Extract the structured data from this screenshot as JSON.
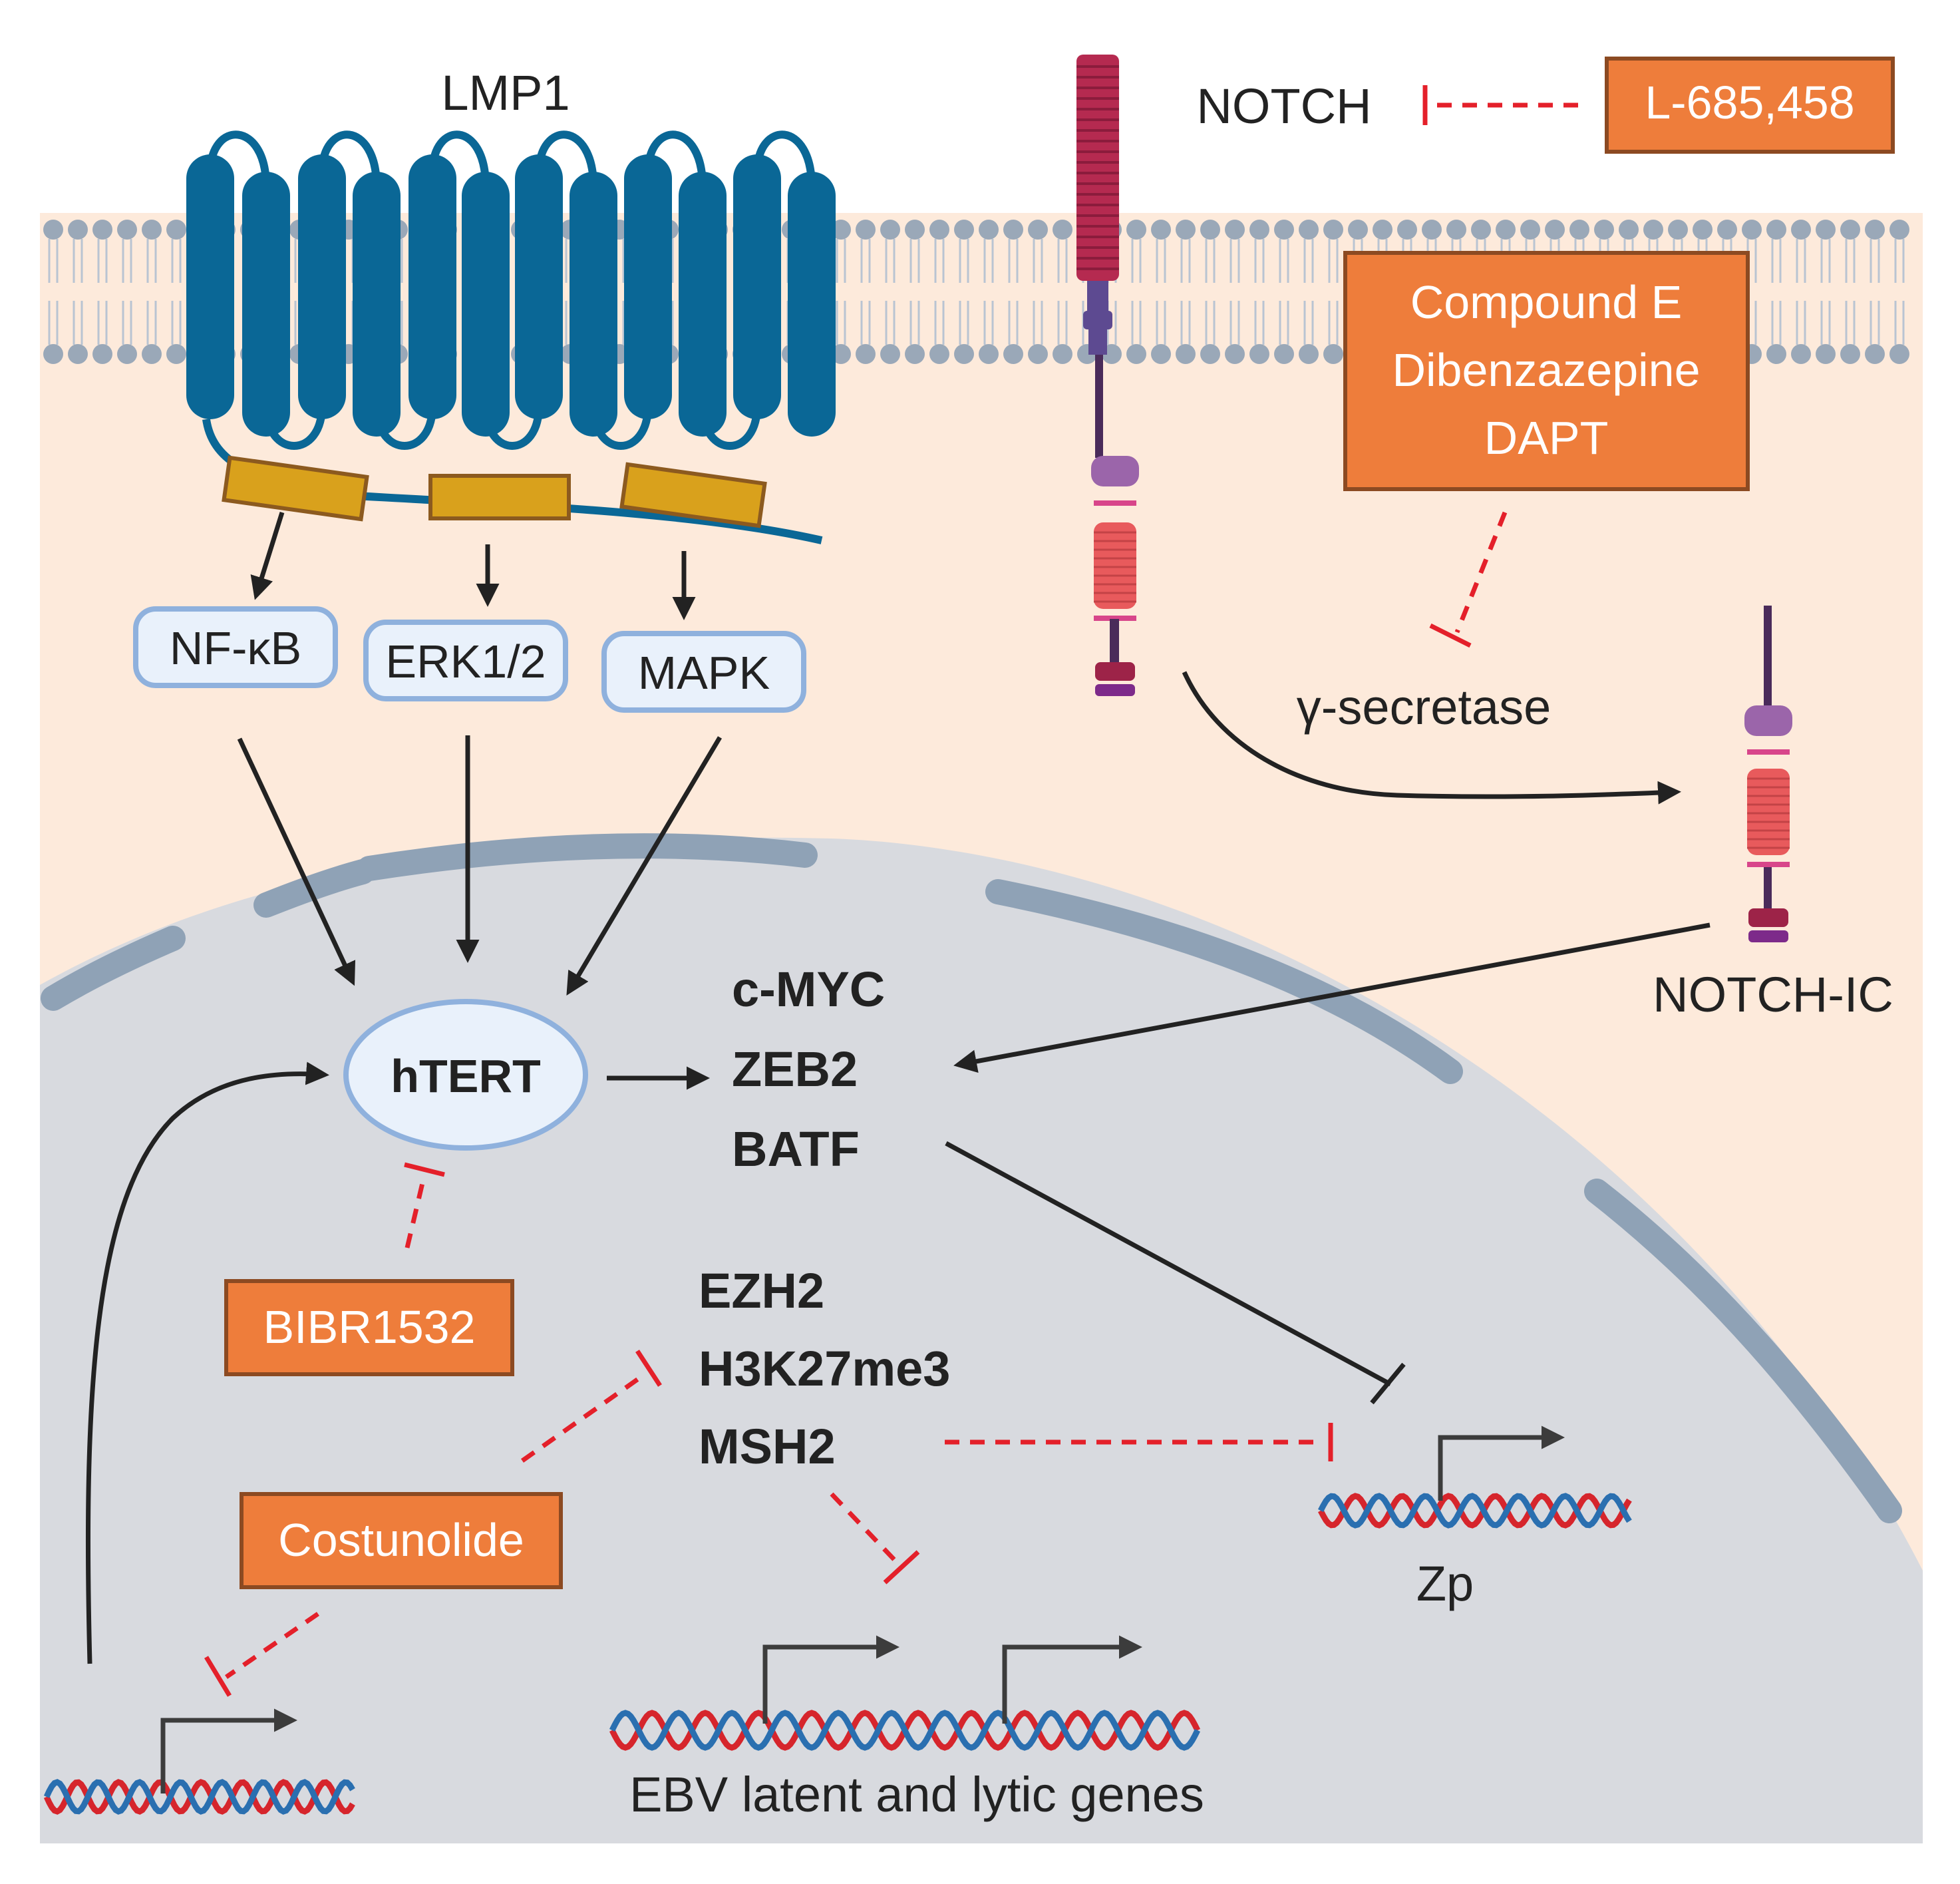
{
  "labels": {
    "lmp1": "LMP1",
    "notch": "NOTCH",
    "notch_ic": "NOTCH-IC",
    "gamma_secretase": "γ-secretase",
    "nfkb": "NF-κB",
    "erk": "ERK1/2",
    "mapk": "MAPK",
    "htert": "hTERT",
    "targets_1": [
      "c-MYC",
      "ZEB2",
      "BATF"
    ],
    "targets_2": [
      "EZH2",
      "H3K27me3",
      "MSH2"
    ],
    "zp": "Zp",
    "ebv_genes": "EBV latent and lytic genes"
  },
  "inhibitors": {
    "l685": "L-685,458",
    "gamma_inhibitors": [
      "Compound E",
      "Dibenzazepine",
      "DAPT"
    ],
    "bibr": "BIBR1532",
    "costunolide": "Costunolide"
  },
  "colors": {
    "cytoplasm": "#fdeadb",
    "nucleus": "#d8dadf",
    "nuclear_envelope": "#8fa2b6",
    "membrane_heads": "#9aa8b8",
    "lmp1_protein": "#0a6796",
    "ctar_domain": "#d9a11c",
    "drug_box": "#ee7d3b",
    "inhibition": "#e4202a",
    "kinase_box_fill": "#e9f1fb",
    "kinase_box_stroke": "#8fb1dd",
    "notch_ecd": "#b52a50",
    "notch_tm": "#5d4a91",
    "notch_icd": "#e85a5c",
    "dna_red": "#d6252c",
    "dna_blue": "#2a6fb0"
  }
}
